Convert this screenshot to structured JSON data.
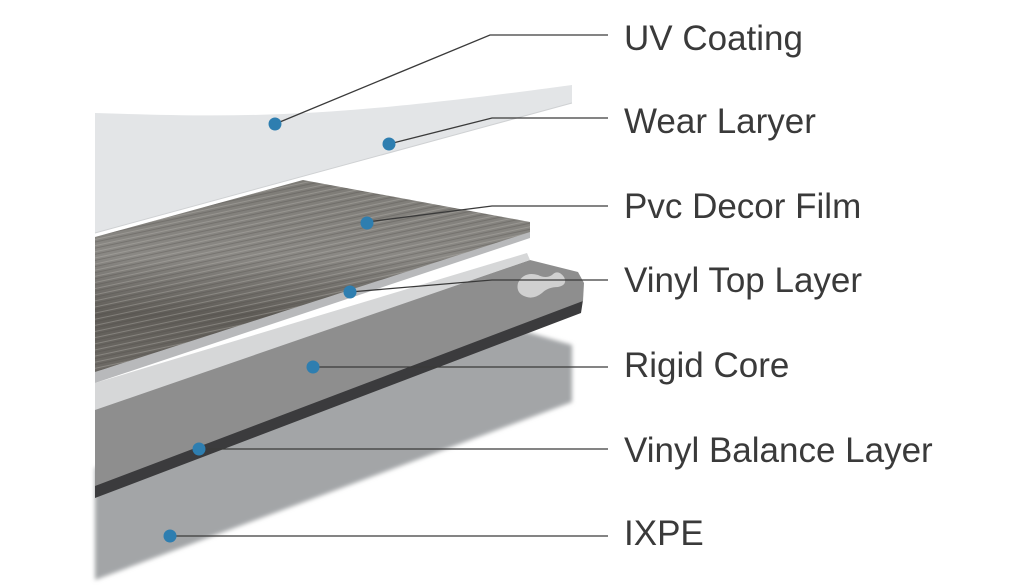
{
  "diagram": {
    "layers": [
      {
        "label": "UV Coating"
      },
      {
        "label": "Wear Laryer"
      },
      {
        "label": "Pvc Decor Film"
      },
      {
        "label": "Vinyl Top Layer"
      },
      {
        "label": "Rigid Core"
      },
      {
        "label": "Vinyl Balance Layer"
      },
      {
        "label": "IXPE"
      }
    ],
    "colors": {
      "marker": "#2e7eb0",
      "leader_line": "#3a3a3a",
      "wear_layer": "#e3e5e7",
      "decor_film": "#6c6a66",
      "rigid_core": "#8e8e8e",
      "balance_layer": "#3b3b3d",
      "ixpe": "#a2a4a6"
    }
  }
}
